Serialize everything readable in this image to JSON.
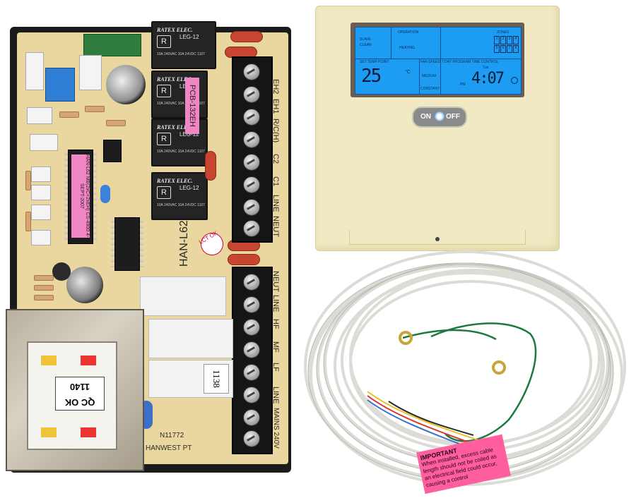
{
  "pcb": {
    "relay_brand": "RATEX ELEC.",
    "relay_model": "LEG-12",
    "relay_spec": "10A 240VAC 10A 24VDC 1107",
    "pcb_label": "PCB-132EH",
    "chip_label": "HAN-L62 MB(2xC+2xEH) CS-4900 4-SEPT-2007",
    "board_model": "HAN-L62",
    "qc_sticker": "QC OK 1140",
    "relay_sticker": "1138",
    "pcb_code": "N11772",
    "maker": "HANWEST PT",
    "upper_terminal_labels": [
      "EH2",
      "EH1",
      "R/C(H)",
      "C2",
      "C1",
      "LINE",
      "NEUT"
    ],
    "lower_terminal_labels": [
      "NEUT",
      "LINE",
      "HF",
      "MF",
      "LF",
      "LINE",
      "MAINS 240V"
    ],
    "lct_ok": "LCT OK"
  },
  "thermostat": {
    "lcd": {
      "slave": "SLAVE",
      "clean": "CLEAN",
      "operation": "OPERATION",
      "heating": "HEATING",
      "zones": "ZONES",
      "zone_digits": [
        "1",
        "2",
        "3",
        "4",
        "5",
        "6",
        "7",
        "8"
      ],
      "set_temp_point": "SET TEMP POINT",
      "temp_value": "25",
      "temp_unit": "°C",
      "fan_speed": "FAN SPEED",
      "fan_value": "MEDIUM",
      "constant": "CONSTANT",
      "program_label": "7 DAY PROGRAM TIME CONTROL",
      "day": "Tue",
      "ampm": "PM",
      "time": "4:07"
    },
    "on_off_left": "ON",
    "on_off_right": "OFF"
  },
  "cable_tag": {
    "heading": "IMPORTANT",
    "text": "When installed, excess cable length should not be coiled as an electrical field could occur, causing a control"
  },
  "colors": {
    "board_bg": "#e9d79f",
    "lcd_bg": "#1c9cf2",
    "thermo_body": "#f0e9c3",
    "tag_pink": "#ff5f9e"
  }
}
